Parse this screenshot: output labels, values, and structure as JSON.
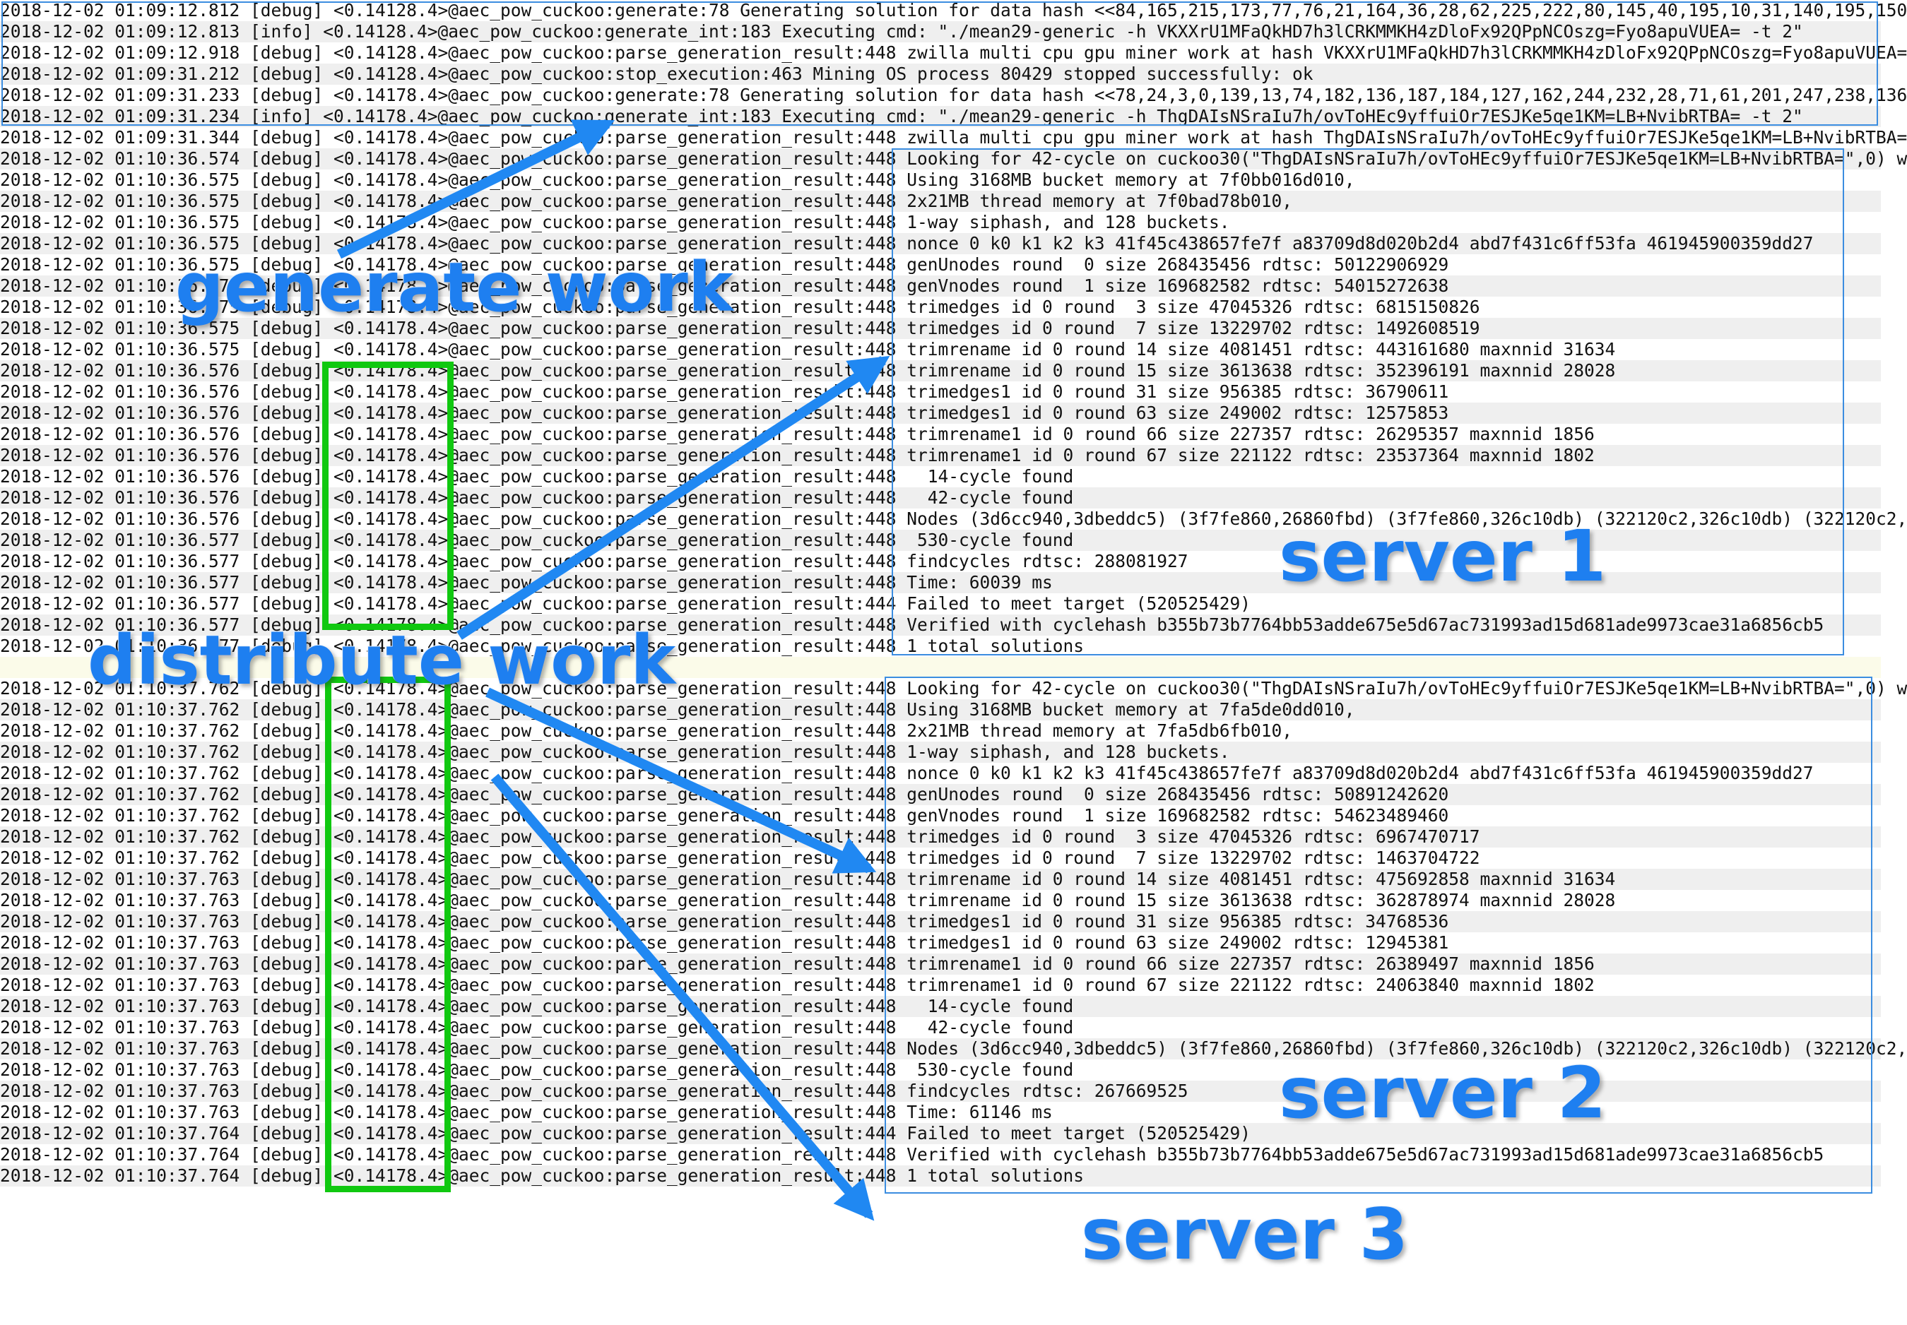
{
  "log_top": [
    "2018-12-02 01:09:12.812 [debug] <0.14128.4>@aec_pow_cuckoo:generate:78 Generating solution for data hash <<84,165,215,173,77,76,21,164,36,28,62,225,222,80,145,40,195,10,31,140,195,150",
    "2018-12-02 01:09:12.813 [info] <0.14128.4>@aec_pow_cuckoo:generate_int:183 Executing cmd: \"./mean29-generic -h VKXXrU1MFaQkHD7h3lCRKMMKH4zDloFx92QPpNCOszg=Fyo8apuVUEA= -t 2\"",
    "2018-12-02 01:09:12.918 [debug] <0.14128.4>@aec_pow_cuckoo:parse_generation_result:448 zwilla multi cpu gpu miner work at hash VKXXrU1MFaQkHD7h3lCRKMMKH4zDloFx92QPpNCOszg=Fyo8apuVUEA=",
    "2018-12-02 01:09:31.212 [debug] <0.14128.4>@aec_pow_cuckoo:stop_execution:463 Mining OS process 80429 stopped successfully: ok",
    "2018-12-02 01:09:31.233 [debug] <0.14178.4>@aec_pow_cuckoo:generate:78 Generating solution for data hash <<78,24,3,0,139,13,74,182,136,187,184,127,162,244,232,28,71,61,201,247,238,136",
    "2018-12-02 01:09:31.234 [info] <0.14178.4>@aec_pow_cuckoo:generate_int:183 Executing cmd: \"./mean29-generic -h ThgDAIsNSraIu7h/ovToHEc9yffuiOr7ESJKe5qe1KM=LB+NvibRTBA= -t 2\"",
    "2018-12-02 01:09:31.344 [debug] <0.14178.4>@aec_pow_cuckoo:parse_generation_result:448 zwilla multi cpu gpu miner work at hash ThgDAIsNSraIu7h/ovToHEc9yffuiOr7ESJKe5qe1KM=LB+NvibRTBA="
  ],
  "log_server1": [
    [
      "01:10:36.574",
      "Looking for 42-cycle on cuckoo30(\"ThgDAIsNSraIu7h/ovToHEc9yffuiOr7ESJKe5qe1KM=LB+NvibRTBA=\",0) w"
    ],
    [
      "01:10:36.575",
      "Using 3168MB bucket memory at 7f0bb016d010,"
    ],
    [
      "01:10:36.575",
      "2x21MB thread memory at 7f0bad78b010,"
    ],
    [
      "01:10:36.575",
      "1-way siphash, and 128 buckets."
    ],
    [
      "01:10:36.575",
      "nonce 0 k0 k1 k2 k3 41f45c438657fe7f a83709d8d020b2d4 abd7f431c6ff53fa 461945900359dd27"
    ],
    [
      "01:10:36.575",
      "genUnodes round  0 size 268435456 rdtsc: 50122906929"
    ],
    [
      "01:10:36.575",
      "genVnodes round  1 size 169682582 rdtsc: 54015272638"
    ],
    [
      "01:10:36.575",
      "trimedges id 0 round  3 size 47045326 rdtsc: 6815150826"
    ],
    [
      "01:10:36.575",
      "trimedges id 0 round  7 size 13229702 rdtsc: 1492608519"
    ],
    [
      "01:10:36.575",
      "trimrename id 0 round 14 size 4081451 rdtsc: 443161680 maxnnid 31634"
    ],
    [
      "01:10:36.576",
      "trimrename id 0 round 15 size 3613638 rdtsc: 352396191 maxnnid 28028"
    ],
    [
      "01:10:36.576",
      "trimedges1 id 0 round 31 size 956385 rdtsc: 36790611"
    ],
    [
      "01:10:36.576",
      "trimedges1 id 0 round 63 size 249002 rdtsc: 12575853"
    ],
    [
      "01:10:36.576",
      "trimrename1 id 0 round 66 size 227357 rdtsc: 26295357 maxnnid 1856"
    ],
    [
      "01:10:36.576",
      "trimrename1 id 0 round 67 size 221122 rdtsc: 23537364 maxnnid 1802"
    ],
    [
      "01:10:36.576",
      "  14-cycle found"
    ],
    [
      "01:10:36.576",
      "  42-cycle found"
    ],
    [
      "01:10:36.576",
      "Nodes (3d6cc940,3dbeddc5) (3f7fe860,26860fbd) (3f7fe860,326c10db) (322120c2,326c10db) (322120c2,"
    ],
    [
      "01:10:36.577",
      " 530-cycle found"
    ],
    [
      "01:10:36.577",
      "findcycles rdtsc: 288081927"
    ],
    [
      "01:10:36.577",
      "Time: 60039 ms"
    ],
    [
      "01:10:36.577",
      "Failed to meet target (520525429)",
      "444"
    ],
    [
      "01:10:36.577",
      "Verified with cyclehash b355b73b7764bb53adde675e5d67ac731993ad15d681ade9973cae31a6856cb5"
    ],
    [
      "01:10:36.577",
      "1 total solutions"
    ]
  ],
  "log_server2": [
    [
      "01:10:37.762",
      "Looking for 42-cycle on cuckoo30(\"ThgDAIsNSraIu7h/ovToHEc9yffuiOr7ESJKe5qe1KM=LB+NvibRTBA=\",0) w"
    ],
    [
      "01:10:37.762",
      "Using 3168MB bucket memory at 7fa5de0dd010,"
    ],
    [
      "01:10:37.762",
      "2x21MB thread memory at 7fa5db6fb010,"
    ],
    [
      "01:10:37.762",
      "1-way siphash, and 128 buckets."
    ],
    [
      "01:10:37.762",
      "nonce 0 k0 k1 k2 k3 41f45c438657fe7f a83709d8d020b2d4 abd7f431c6ff53fa 461945900359dd27"
    ],
    [
      "01:10:37.762",
      "genUnodes round  0 size 268435456 rdtsc: 50891242620"
    ],
    [
      "01:10:37.762",
      "genVnodes round  1 size 169682582 rdtsc: 54623489460"
    ],
    [
      "01:10:37.762",
      "trimedges id 0 round  3 size 47045326 rdtsc: 6967470717"
    ],
    [
      "01:10:37.762",
      "trimedges id 0 round  7 size 13229702 rdtsc: 1463704722"
    ],
    [
      "01:10:37.763",
      "trimrename id 0 round 14 size 4081451 rdtsc: 475692858 maxnnid 31634"
    ],
    [
      "01:10:37.763",
      "trimrename id 0 round 15 size 3613638 rdtsc: 362878974 maxnnid 28028"
    ],
    [
      "01:10:37.763",
      "trimedges1 id 0 round 31 size 956385 rdtsc: 34768536"
    ],
    [
      "01:10:37.763",
      "trimedges1 id 0 round 63 size 249002 rdtsc: 12945381"
    ],
    [
      "01:10:37.763",
      "trimrename1 id 0 round 66 size 227357 rdtsc: 26389497 maxnnid 1856"
    ],
    [
      "01:10:37.763",
      "trimrename1 id 0 round 67 size 221122 rdtsc: 24063840 maxnnid 1802"
    ],
    [
      "01:10:37.763",
      "  14-cycle found"
    ],
    [
      "01:10:37.763",
      "  42-cycle found"
    ],
    [
      "01:10:37.763",
      "Nodes (3d6cc940,3dbeddc5) (3f7fe860,26860fbd) (3f7fe860,326c10db) (322120c2,326c10db) (322120c2,"
    ],
    [
      "01:10:37.763",
      " 530-cycle found"
    ],
    [
      "01:10:37.763",
      "findcycles rdtsc: 267669525"
    ],
    [
      "01:10:37.763",
      "Time: 61146 ms"
    ],
    [
      "01:10:37.764",
      "Failed to meet target (520525429)",
      "444"
    ],
    [
      "01:10:37.764",
      "Verified with cyclehash b355b73b7764bb53adde675e5d67ac731993ad15d681ade9973cae31a6856cb5"
    ],
    [
      "01:10:37.764",
      "1 total solutions"
    ]
  ],
  "log_common": {
    "date": "2018-12-02",
    "level": "[debug]",
    "pid": "<0.14178.4>",
    "module": "@aec_pow_cuckoo:parse_generation_result:",
    "default_line_no": "448"
  },
  "annotations": {
    "generate": "generate work",
    "distribute": "distribute work",
    "server1": "server 1",
    "server2": "server 2",
    "server3": "server 3"
  },
  "colors": {
    "annotation": "#1e7ff0",
    "arrow": "#2088f2",
    "worker_box": "#10c810",
    "block_box": "#3b8de0"
  }
}
